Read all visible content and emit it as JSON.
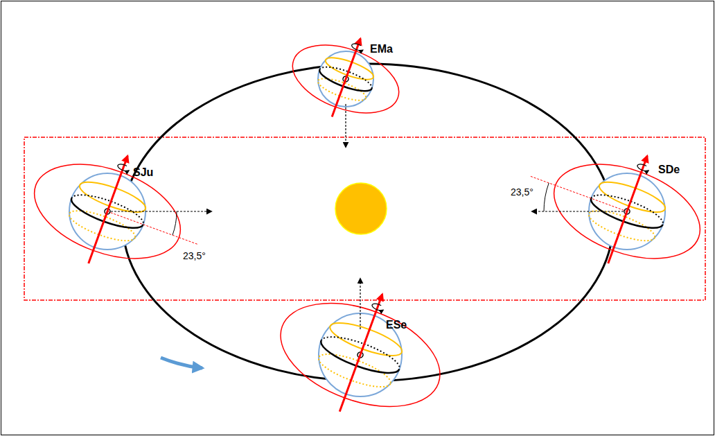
{
  "diagram": {
    "labels": [
      "EMa",
      "SJu",
      "SDe",
      "23,5°",
      "23,5°",
      "ESe"
    ]
  }
}
